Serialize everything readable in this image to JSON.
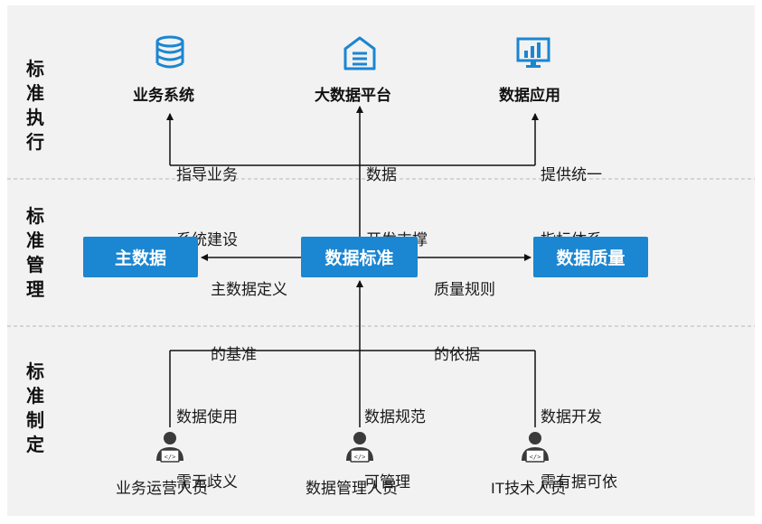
{
  "rows": [
    {
      "label": "标准执行"
    },
    {
      "label": "标准管理"
    },
    {
      "label": "标准制定"
    }
  ],
  "execution": {
    "systems": [
      {
        "label": "业务系统",
        "icon": "database-icon"
      },
      {
        "label": "大数据平台",
        "icon": "house-icon"
      },
      {
        "label": "数据应用",
        "icon": "monitor-chart-icon"
      }
    ],
    "annotations": [
      {
        "line1": "指导业务",
        "line2": "系统建设"
      },
      {
        "line1": "数据",
        "line2": "开发支撑"
      },
      {
        "line1": "提供统一",
        "line2": "指标体系"
      }
    ]
  },
  "management": {
    "master_data": "主数据",
    "data_standard": "数据标准",
    "data_quality": "数据质量",
    "left_annotation": {
      "line1": "主数据定义",
      "line2": "的基准"
    },
    "right_annotation": {
      "line1": "质量规则",
      "line2": "的依据"
    }
  },
  "formulation": {
    "annotations": [
      {
        "line1": "数据使用",
        "line2": "需无歧义"
      },
      {
        "line1": "数据规范",
        "line2": "可管理"
      },
      {
        "line1": "数据开发",
        "line2": "需有据可依"
      }
    ],
    "roles": [
      {
        "label": "业务运营人员",
        "icon": "developer-person-icon"
      },
      {
        "label": "数据管理人员",
        "icon": "developer-person-icon"
      },
      {
        "label": "IT技术人员",
        "icon": "developer-person-icon"
      }
    ]
  },
  "colors": {
    "accent": "#1b86d1",
    "band": "#f2f2f2",
    "line": "#111111",
    "divider": "#b5b5b5"
  }
}
